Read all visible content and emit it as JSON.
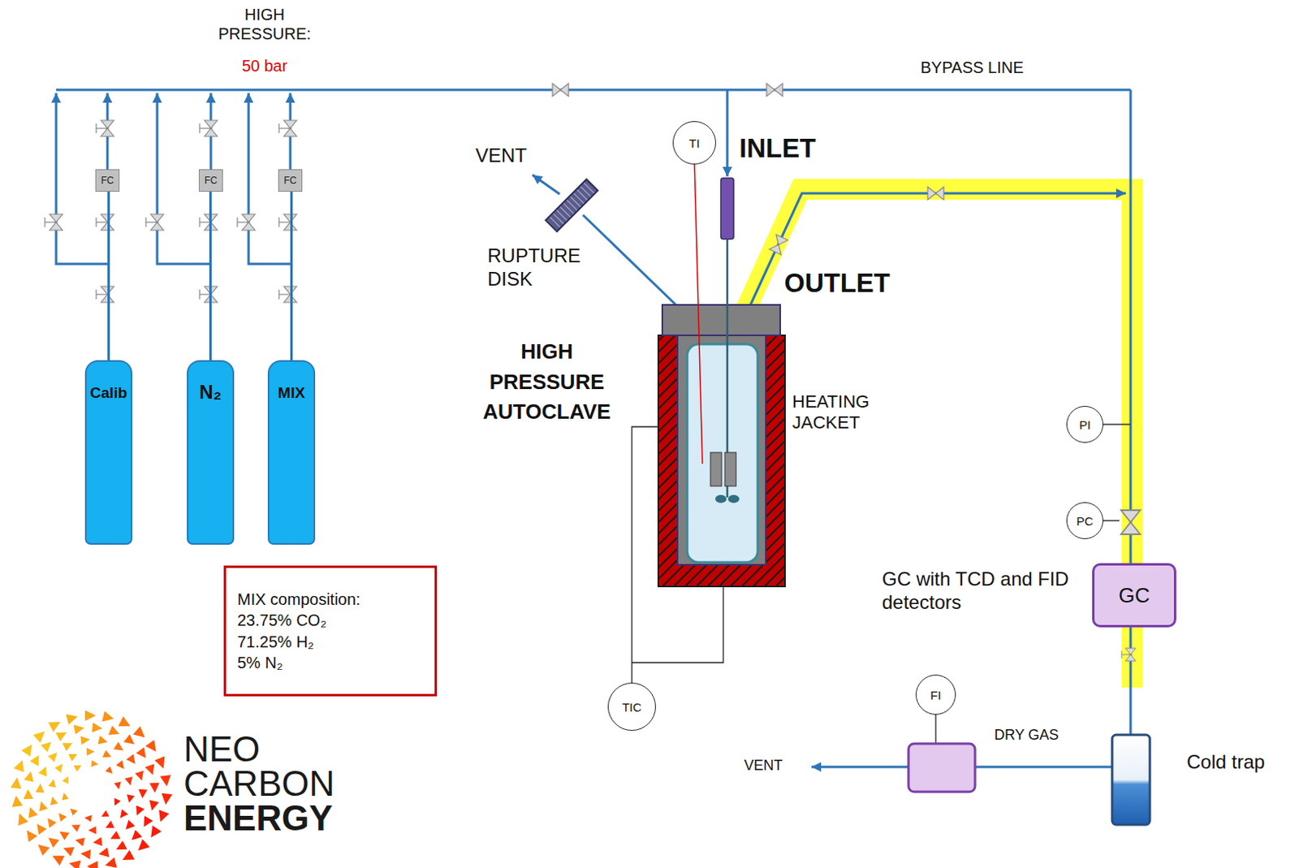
{
  "diagram": {
    "nodes": [
      {
        "text": [
          "Calib"
        ]
      },
      {
        "text": [
          "N₂"
        ]
      },
      {
        "text": [
          "MIX"
        ]
      },
      {
        "text": [
          "FC"
        ]
      },
      {
        "text": [
          "FC"
        ]
      },
      {
        "text": [
          "FC"
        ]
      },
      {
        "text": [
          "TI"
        ]
      },
      {
        "text": [
          "PI"
        ]
      },
      {
        "text": [
          "PC"
        ]
      },
      {
        "text": [
          "GC"
        ]
      },
      {
        "text": [
          "TIC"
        ]
      },
      {
        "text": [
          "FI"
        ]
      },
      {
        "text": [
          "MIX composition:",
          "23.75% CO₂",
          "71.25% H₂",
          "5% N₂"
        ]
      }
    ],
    "edges": [
      {
        "from": 0,
        "to": 3,
        "arrow": "none"
      },
      {
        "from": 1,
        "to": 4,
        "arrow": "none"
      },
      {
        "from": 2,
        "to": 5,
        "arrow": "none"
      }
    ],
    "labels": [
      "HIGH PRESSURE:",
      "50 bar",
      "BYPASS LINE",
      "VENT",
      "INLET",
      "RUPTURE DISK",
      "OUTLET",
      "HIGH PRESSURE AUTOCLAVE",
      "HEATING JACKET",
      "GC with TCD and FID detectors",
      "DRY GAS",
      "VENT",
      "Cold trap",
      "NEO",
      "CARBON",
      "ENERGY"
    ]
  }
}
